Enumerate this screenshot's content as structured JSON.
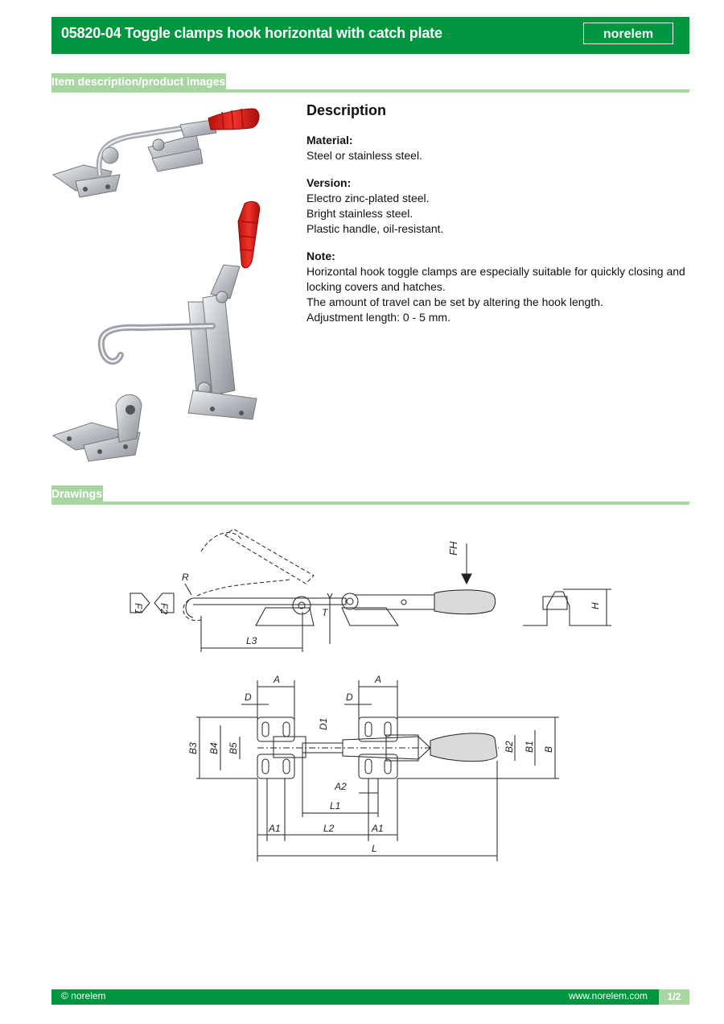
{
  "header": {
    "title": "05820-04 Toggle clamps hook horizontal with catch plate",
    "logo_text": "norelem"
  },
  "sections": {
    "images_label": "Item description/product images",
    "drawings_label": "Drawings"
  },
  "description": {
    "heading": "Description",
    "material_title": "Material:",
    "material_lines": [
      "Steel or stainless steel."
    ],
    "version_title": "Version:",
    "version_lines": [
      "Electro zinc-plated steel.",
      "Bright stainless steel.",
      "Plastic handle, oil-resistant."
    ],
    "note_title": "Note:",
    "note_lines": [
      "Horizontal hook toggle clamps are especially suitable for quickly closing and locking covers and hatches.",
      "The amount of travel can be set by altering the hook length.",
      "Adjustment length: 0 - 5 mm."
    ]
  },
  "drawing_labels": {
    "fh": "FH",
    "f1": "F1",
    "f2": "F2",
    "r": "R",
    "t": "T",
    "l3": "L3",
    "h": "H",
    "a": "A",
    "d": "D",
    "d1": "D1",
    "a2": "A2",
    "l1": "L1",
    "l2": "L2",
    "a1": "A1",
    "l": "L",
    "b3": "B3",
    "b4": "B4",
    "b5": "B5",
    "b2": "B2",
    "b1": "B1",
    "b": "B"
  },
  "footer": {
    "copyright": "© norelem",
    "url": "www.norelem.com",
    "page": "1/2"
  },
  "colors": {
    "brand_green": "#00963f",
    "light_green": "#a8d5a2",
    "handle_red": "#e3201b"
  }
}
